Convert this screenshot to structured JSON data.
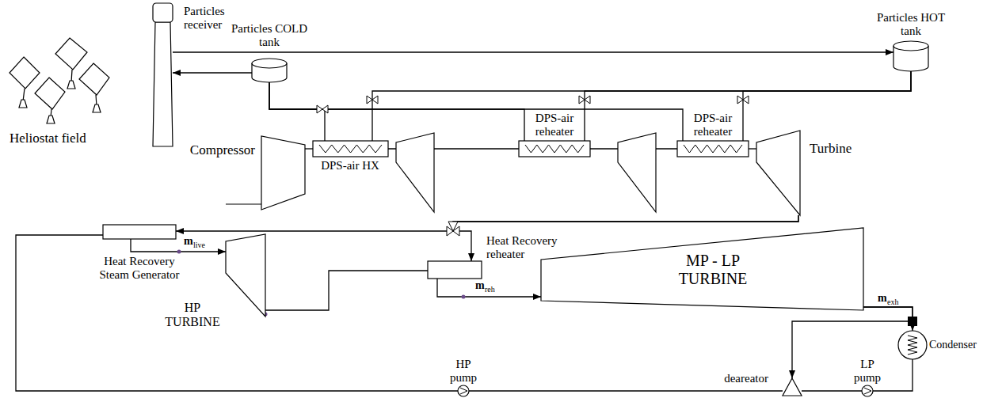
{
  "diagram": {
    "nodes": [
      {
        "text": [
          "Particles receiver"
        ]
      },
      {
        "text": [
          "Particles COLD tank"
        ]
      },
      {
        "text": [
          "Particles HOT tank"
        ]
      },
      {
        "text": [
          "DPS-air HX"
        ]
      },
      {
        "text": [
          "DPS-air reheater"
        ]
      },
      {
        "text": [
          "DPS-air reheater"
        ]
      },
      {
        "text": [
          "Compressor"
        ]
      },
      {
        "text": [
          "Turbine"
        ]
      },
      {
        "text": [
          "Heat Recovery Steam Generator"
        ]
      },
      {
        "text": [
          "HP TURBINE"
        ]
      },
      {
        "text": [
          "Heat Recovery reheater"
        ]
      },
      {
        "text": [
          "MP - LP TURBINE"
        ]
      },
      {
        "text": [
          "Condenser"
        ]
      },
      {
        "text": [
          "LP pump"
        ]
      },
      {
        "text": [
          "deareator"
        ]
      },
      {
        "text": [
          "HP pump"
        ]
      }
    ],
    "edges": [
      {
        "from": 0,
        "to": 2,
        "arrow": "to"
      },
      {
        "from": 1,
        "to": 0,
        "arrow": "to"
      },
      {
        "from": 2,
        "to": 3,
        "arrow": "none"
      },
      {
        "from": 2,
        "to": 4,
        "arrow": "none"
      },
      {
        "from": 2,
        "to": 5,
        "arrow": "none"
      },
      {
        "from": 3,
        "to": 1,
        "arrow": "none"
      },
      {
        "from": 4,
        "to": 1,
        "arrow": "none"
      },
      {
        "from": 5,
        "to": 1,
        "arrow": "none"
      },
      {
        "from": 6,
        "to": 3,
        "arrow": "none"
      },
      {
        "from": 3,
        "to": 4,
        "arrow": "none"
      },
      {
        "from": 4,
        "to": 5,
        "arrow": "none"
      },
      {
        "from": 5,
        "to": 7,
        "arrow": "none"
      },
      {
        "from": 7,
        "to": 8,
        "arrow": "to"
      },
      {
        "from": 7,
        "to": 10,
        "arrow": "to"
      },
      {
        "from": 8,
        "to": 9,
        "arrow": "to"
      },
      {
        "from": 9,
        "to": 10,
        "arrow": "none"
      },
      {
        "from": 10,
        "to": 11,
        "arrow": "to"
      },
      {
        "from": 11,
        "to": 12,
        "arrow": "to"
      },
      {
        "from": 11,
        "to": 14,
        "arrow": "to"
      },
      {
        "from": 12,
        "to": 13,
        "arrow": "none"
      },
      {
        "from": 13,
        "to": 14,
        "arrow": "none"
      },
      {
        "from": 14,
        "to": 15,
        "arrow": "none"
      },
      {
        "from": 15,
        "to": 8,
        "arrow": "none"
      }
    ],
    "labels": [
      "Heliostat field",
      "m",
      "live",
      "m",
      "reh",
      "m",
      "exh"
    ]
  }
}
